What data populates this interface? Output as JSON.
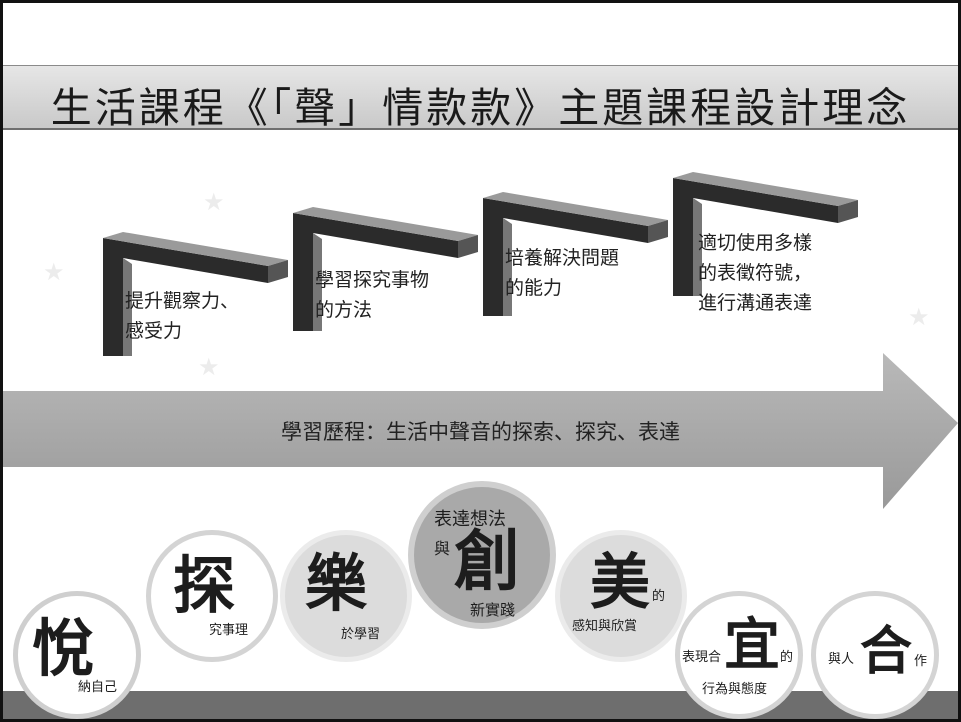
{
  "title": "生活課程《「聲」情款款》主題課程設計理念",
  "stairs": [
    {
      "lines": [
        "提升觀察力、",
        "感受力"
      ]
    },
    {
      "lines": [
        "學習探究事物",
        "的方法"
      ]
    },
    {
      "lines": [
        "培養解決問題",
        "的能力"
      ]
    },
    {
      "lines": [
        "適切使用多樣",
        "的表徵符號，",
        "進行溝通表達"
      ]
    }
  ],
  "process_label": "學習歷程：生活中聲音的探索、探究、表達",
  "circles": [
    {
      "big": "悅",
      "small": "納自己"
    },
    {
      "big": "探",
      "small": "究事理"
    },
    {
      "big": "樂",
      "small": "於學習"
    },
    {
      "top": "表達想法",
      "pre": "與",
      "big": "創",
      "small": "新實踐"
    },
    {
      "big": "美",
      "post": "的",
      "small": "感知與欣賞"
    },
    {
      "pre": "表現合",
      "big": "宜",
      "post": "的",
      "small": "行為與態度"
    },
    {
      "pre": "與人",
      "big": "合",
      "post": "作"
    }
  ],
  "colors": {
    "title_bar": "#d6d6d6",
    "arrow": "#a8a8a8",
    "footer": "#6e6e6e",
    "stair_dark": "#2b2b2b"
  }
}
